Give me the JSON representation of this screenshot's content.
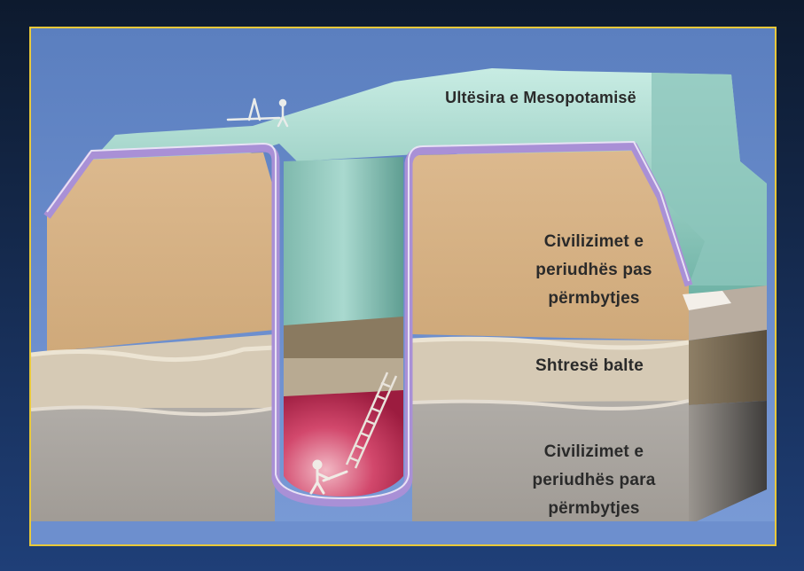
{
  "labels": {
    "surface": "Ultësira e Mesopotamisë",
    "post_flood": [
      "Civilizimet e",
      "periudhës pas",
      "përmbytjes"
    ],
    "clay_layer": "Shtresë balte",
    "pre_flood": [
      "Civilizimet e",
      "periudhës para",
      "përmbytjes"
    ]
  },
  "colors": {
    "frame_border": "#e9c93a",
    "background": "#1f3f78",
    "surface": "#9fd4c9",
    "post_flood_layer": "#d8b489",
    "clay_layer": "#d4c8b3",
    "pre_flood_layer": "#a9a5a0",
    "pit_lining": "#a58fd0",
    "pit_interior_deep": "#c8325a"
  },
  "icons": [
    "ladder-icon",
    "worker-figure-icon",
    "surveyor-figure-icon"
  ]
}
